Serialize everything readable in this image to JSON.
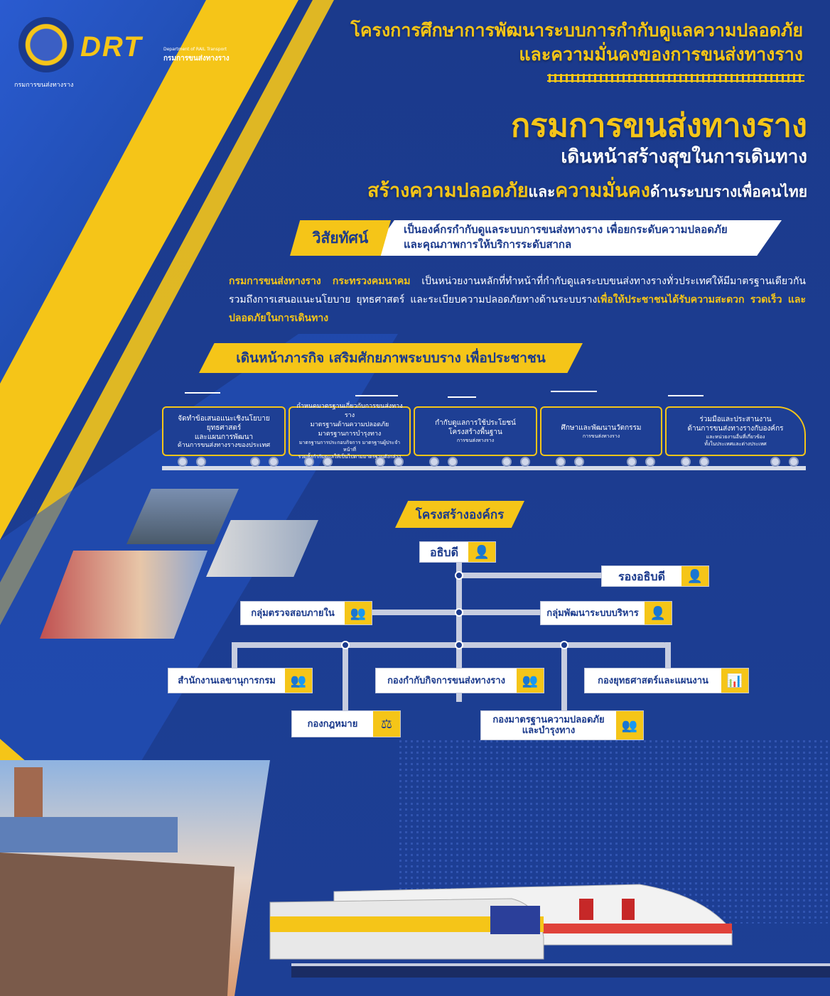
{
  "header": {
    "org_caption": "กรมการขนส่งทางราง",
    "logo_text": "DRT",
    "logo_sub_en_1": "Department of RAIL Transport",
    "logo_sub_th": "กรมการขนส่งทางราง",
    "project_line1": "โครงการศึกษาการพัฒนาระบบการกำกับดูแลความปลอดภัย",
    "project_line2": "และความมั่นคงของการขนส่งทางราง"
  },
  "hero": {
    "title": "กรมการขนส่งทางราง",
    "subtitle1": "เดินหน้าสร้างสุขในการเดินทาง",
    "subtitle2_a": "สร้างความปลอดภัย",
    "subtitle2_b": "และ",
    "subtitle2_c": "ความมั่นคง",
    "subtitle2_d": "ด้านระบบรางเพื่อคนไทย"
  },
  "vision": {
    "tag": "วิสัยทัศน์",
    "line1": "เป็นองค์กรกำกับดูแลระบบการขนส่งทางราง เพื่อยกระดับความปลอดภัย",
    "line2": "และคุณภาพการให้บริการระดับสากล"
  },
  "description": {
    "bold_start": "กรมการขนส่งทางราง กระทรวงคมนาคม",
    "body": " เป็นหน่วยงานหลักที่ทำหน้าที่กำกับดูแลระบบขนส่งทางรางทั่วประเทศให้มีมาตรฐานเดียวกัน รวมถึงการเสนอแนะนโยบาย ยุทธศาสตร์ และระเบียบความปลอดภัยทางด้านระบบราง",
    "bold_end": "เพื่อให้ประชาชนได้รับความสะดวก รวดเร็ว และปลอดภัยในการเดินทาง"
  },
  "mission": {
    "banner": "เดินหน้าภารกิจ เสริมศักยภาพระบบราง เพื่อประชาชน",
    "cars": [
      {
        "l1": "จัดทำข้อเสนอแนะเชิงนโยบาย",
        "l2": "ยุทธศาสตร์",
        "l3": "และแผนการพัฒนา",
        "l4": "ด้านการขนส่งทางรางของประเทศ"
      },
      {
        "l1": "กำหนดมาตรฐานเกี่ยวกับการขนส่งทางราง",
        "l2": "มาตรฐานด้านความปลอดภัย",
        "l3": "มาตรฐานการบำรุงทาง",
        "l4": "มาตรฐานการประกอบกิจการ มาตรฐานผู้ประจำหน้าที่",
        "l5": "รวมทั้งกำกับดูแลให้เป็นไปตามมาตรฐานดังกล่าว"
      },
      {
        "l1": "กำกับดูแลการใช้ประโยชน์",
        "l2": "โครงสร้างพื้นฐาน",
        "l3": "การขนส่งทางราง"
      },
      {
        "l1": "ศึกษาและพัฒนานวัตกรรม",
        "l2": "การขนส่งทางราง"
      },
      {
        "l1": "ร่วมมือและประสานงาน",
        "l2": "ด้านการขนส่งทางรางกับองค์กร",
        "l3": "และหน่วยงานอื่นที่เกี่ยวข้อง",
        "l4": "ทั้งในประเทศและต่างประเทศ"
      }
    ]
  },
  "org": {
    "title": "โครงสร้างองค์กร",
    "director": "อธิบดี",
    "deputy": "รองอธิบดี",
    "internal_audit": "กลุ่มตรวจสอบภายใน",
    "admin_dev": "กลุ่มพัฒนาระบบบริหาร",
    "secretary": "สำนักงานเลขานุการกรม",
    "regulation": "กองกำกับกิจการขนส่งทางราง",
    "strategy": "กองยุทธศาสตร์และแผนงาน",
    "legal": "กองกฎหมาย",
    "standards_1": "กองมาตรฐานความปลอดภัย",
    "standards_2": "และบำรุงทาง"
  },
  "colors": {
    "navy": "#1b3a8c",
    "yellow": "#f5c518",
    "white": "#ffffff"
  }
}
